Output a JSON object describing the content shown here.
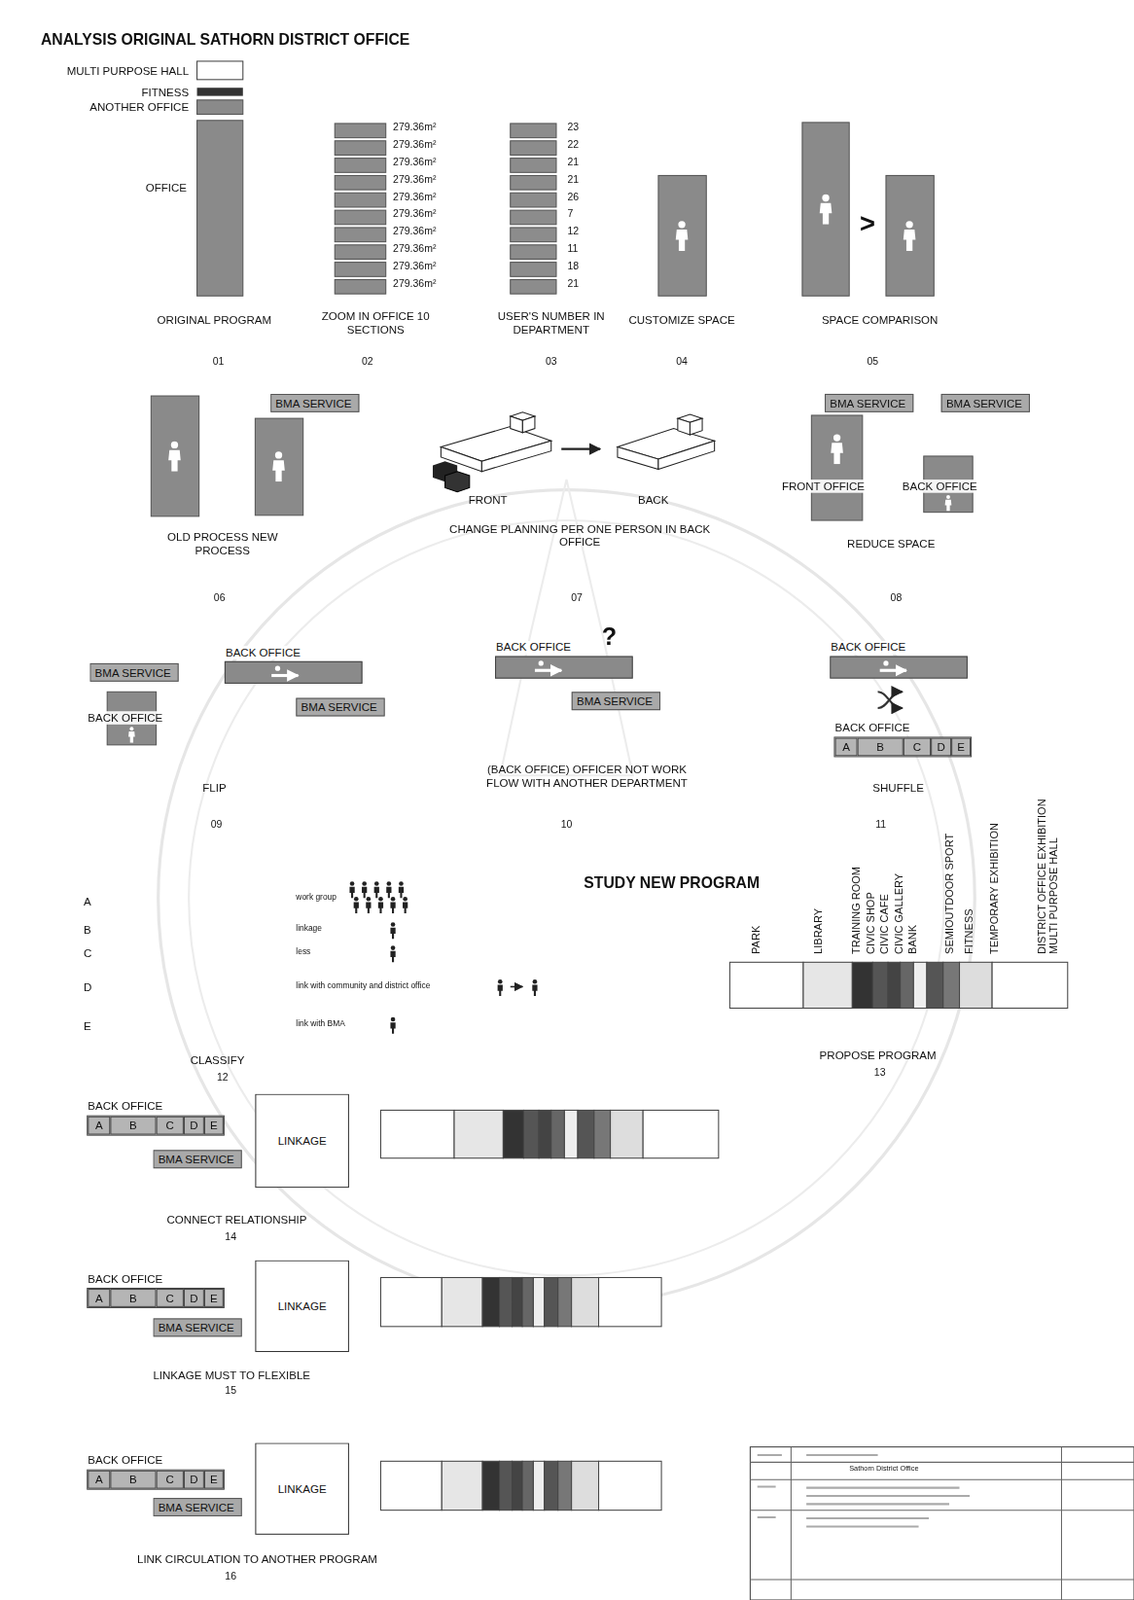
{
  "diagram": {
    "title": "ANALYSIS ORIGINAL SATHORN DISTRICT OFFICE",
    "nodes": [
      {
        "text": [
          "BMA SERVICE"
        ]
      },
      {
        "text": [
          "BMA SERVICE"
        ]
      },
      {
        "text": [
          "BMA SERVICE"
        ]
      },
      {
        "text": [
          "BMA SERVICE"
        ]
      },
      {
        "text": [
          "BACK OFFICE"
        ]
      },
      {
        "text": [
          "BMA SERVICE"
        ]
      },
      {
        "text": [
          "BACK OFFICE"
        ]
      },
      {
        "text": [
          "BMA SERVICE"
        ]
      },
      {
        "text": [
          "BACK OFFICE"
        ]
      },
      {
        "text": [
          "BACK OFFICE"
        ]
      },
      {
        "text": [
          "A"
        ],
        "in": 9
      },
      {
        "text": [
          "B"
        ],
        "in": 9
      },
      {
        "text": [
          "C"
        ],
        "in": 9
      },
      {
        "text": [
          "D"
        ],
        "in": 9
      },
      {
        "text": [
          "E"
        ],
        "in": 9
      },
      {
        "text": [
          "BACK OFFICE"
        ]
      },
      {
        "text": [
          "A"
        ],
        "in": 15
      },
      {
        "text": [
          "B"
        ],
        "in": 15
      },
      {
        "text": [
          "C"
        ],
        "in": 15
      },
      {
        "text": [
          "D"
        ],
        "in": 15
      },
      {
        "text": [
          "E"
        ],
        "in": 15
      },
      {
        "text": [
          "BMA SERVICE"
        ]
      },
      {
        "text": [
          "LINKAGE"
        ]
      },
      {
        "text": [
          "BACK OFFICE"
        ]
      },
      {
        "text": [
          "A"
        ],
        "in": 23
      },
      {
        "text": [
          "B"
        ],
        "in": 23
      },
      {
        "text": [
          "C"
        ],
        "in": 23
      },
      {
        "text": [
          "D"
        ],
        "in": 23
      },
      {
        "text": [
          "E"
        ],
        "in": 23
      },
      {
        "text": [
          "BMA SERVICE"
        ]
      },
      {
        "text": [
          "LINKAGE"
        ]
      },
      {
        "text": [
          "BACK OFFICE"
        ]
      },
      {
        "text": [
          "A"
        ],
        "in": 31
      },
      {
        "text": [
          "B"
        ],
        "in": 31
      },
      {
        "text": [
          "C"
        ],
        "in": 31
      },
      {
        "text": [
          "D"
        ],
        "in": 31
      },
      {
        "text": [
          "E"
        ],
        "in": 31
      },
      {
        "text": [
          "BMA SERVICE"
        ]
      },
      {
        "text": [
          "LINKAGE"
        ]
      }
    ],
    "labels": [
      "MULTI PURPOSE HALL",
      "FITNESS",
      "ANOTHER OFFICE",
      "OFFICE",
      "ORIGINAL PROGRAM",
      "01",
      "279.36m²",
      "279.36m²",
      "279.36m²",
      "279.36m²",
      "279.36m²",
      "279.36m²",
      "279.36m²",
      "279.36m²",
      "279.36m²",
      "279.36m²",
      "ZOOM IN OFFICE 10 SECTIONS",
      "02",
      "23",
      "22",
      "21",
      "21",
      "26",
      "7",
      "12",
      "11",
      "18",
      "21",
      "USER'S NUMBER IN DEPARTMENT",
      "03",
      "CUSTOMIZE SPACE",
      "04",
      ">",
      "SPACE COMPARISON",
      "05",
      "OLD PROCESS NEW PROCESS",
      "06",
      "FRONT",
      "BACK",
      "CHANGE PLANNING PER ONE PERSON IN BACK OFFICE",
      "07",
      "FRONT OFFICE",
      "BACK OFFICE",
      "REDUCE SPACE",
      "08",
      "BACK OFFICE",
      "FLIP",
      "09",
      "?",
      "(BACK OFFICE) OFFICER NOT WORK FLOW WITH ANOTHER DEPARTMENT",
      "10",
      "SHUFFLE",
      "11",
      "A",
      "B",
      "C",
      "D",
      "E",
      "work group",
      "linkage",
      "less",
      "link with community and district office",
      "link with BMA",
      "CLASSIFY",
      "12",
      "STUDY NEW PROGRAM",
      "PARK",
      "LIBRARY",
      "TRAINING ROOM",
      "CIVIC SHOP",
      "CIVIC CAFE",
      "CIVIC GALLERY",
      "BANK",
      "SEMIOUTDOOR SPORT",
      "FITNESS",
      "TEMPORARY EXHIBITION",
      "DISTRICT OFFICE EXHIBITION MULTI PURPOSE HALL",
      "PROPOSE PROGRAM",
      "13",
      "CONNECT RELATIONSHIP",
      "14",
      "LINKAGE MUST TO FLEXIBLE",
      "15",
      "LINK CIRCULATION TO ANOTHER PROGRAM",
      "16",
      "Sathorn District Office"
    ]
  }
}
